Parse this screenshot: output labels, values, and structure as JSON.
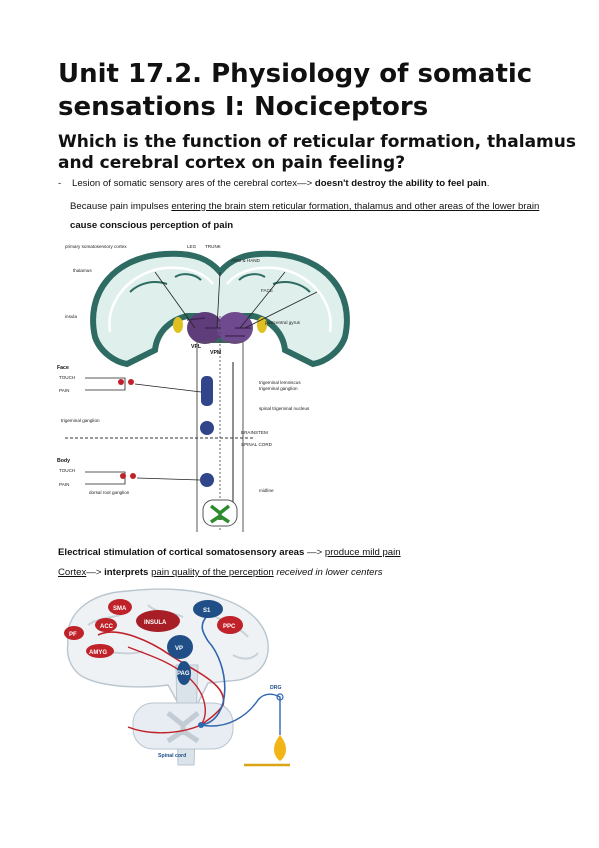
{
  "heading": {
    "title": "Unit 17.2. Physiology of somatic sensations I: Nociceptors",
    "question": "Which is the function of reticular formation, thalamus and cerebral cortex on pain feeling?"
  },
  "bullet": {
    "mark": "-",
    "lead": "Lesion of somatic sensory ares of the cerebral cortex—> ",
    "lead_bold": "doesn't destroy the ability to feel pain",
    "lead_end": "."
  },
  "paragraph": {
    "part1": "Because pain impulses ",
    "underlined": "entering the brain stem reticular formation, thalamus and other areas of the lower brain",
    "part2": " ",
    "bold": "cause conscious perception of pain"
  },
  "diagram1": {
    "labels": {
      "primary_cortex": "primary somatosensory cortex",
      "leg": "LEG",
      "trunk": "TRUNK",
      "arm": "ARM & HAND",
      "face": "FACE",
      "thalamus": "thalamus",
      "insula": "insula",
      "postcentral": "postcentral gyrus",
      "vpl": "VPL",
      "vpm": "VPM",
      "face_heading": "Face",
      "body_heading": "Body",
      "trigeminal_lemniscus": "trigeminal lemniscus",
      "trigeminal_tract": "trigeminal ganglion",
      "spinal_nucleus": "spinal trigeminal nucleus",
      "ganglion": "trigeminal ganglion",
      "brainstem": "BRAINSTEM",
      "spinal_cord": "SPINAL CORD",
      "touch": "TOUCH",
      "pain": "PAIN",
      "dorsal_root": "dorsal root ganglion",
      "midline": "midline"
    }
  },
  "statements": {
    "electrical_bold": "Electrical stimulation of cortical somatosensory areas",
    "electrical_arrow": " —> ",
    "electrical_result": "produce mild pain",
    "cortex_word": "Cortex",
    "cortex_arrow": "—> ",
    "interprets": "interprets",
    "cortex_space": " ",
    "pain_quality": "pain quality of the perception",
    "received": " received in lower centers"
  },
  "diagram2": {
    "labels": {
      "s1": "S1",
      "sma": "SMA",
      "acc": "ACC",
      "insula": "INSULA",
      "ppc": "PPC",
      "pf": "PF",
      "amyg": "AMYG",
      "vp": "VP",
      "pag": "PAG",
      "drg": "DRG",
      "spinal_cord": "Spinal cord"
    }
  },
  "colors": {
    "text": "#111111",
    "brain_blue": "#1f4f86",
    "brain_red": "#c0222a",
    "tract_green": "#2e8b2e",
    "thalamus_purple": "#5e3d7a"
  }
}
